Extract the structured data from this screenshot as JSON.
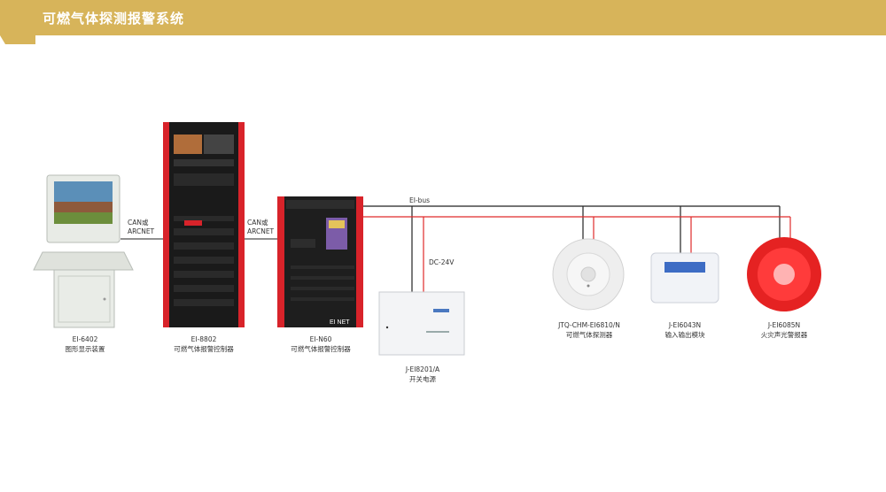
{
  "header": {
    "title": "可燃气体探测报警系统"
  },
  "colors": {
    "header_bg": "#d7b45a",
    "bus_black": "#222222",
    "power_red": "#e02a2a",
    "cabinet_red": "#d8232a"
  },
  "connections": {
    "can1": [
      "CAN或",
      "ARCNET"
    ],
    "can2": [
      "CAN或",
      "ARCNET"
    ],
    "bus": "EI-bus",
    "power": "DC-24V"
  },
  "devices": [
    {
      "id": "display",
      "model": "EI-6402",
      "name": "图形显示装置"
    },
    {
      "id": "controller1",
      "model": "EI-8802",
      "name": "可燃气体报警控制器"
    },
    {
      "id": "controller2",
      "model": "EI-N60",
      "name": "可燃气体报警控制器"
    },
    {
      "id": "psu",
      "model": "J-EI8201/A",
      "name": "开关电源"
    },
    {
      "id": "detector",
      "model": "JTQ-CHM-EI6810/N",
      "name": "可燃气体探测器"
    },
    {
      "id": "iomodule",
      "model": "J-EI6043N",
      "name": "输入输出模块"
    },
    {
      "id": "alarm",
      "model": "J-EI6085N",
      "name": "火灾声光警报器"
    }
  ],
  "panel": {
    "brand": "EI NET"
  }
}
